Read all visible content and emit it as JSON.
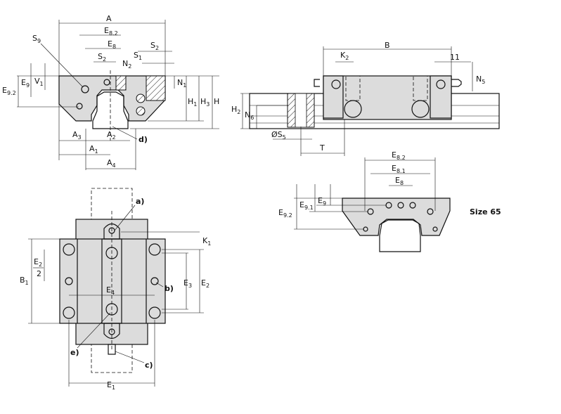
{
  "front_view": {
    "labels": [
      {
        "main": "A",
        "sub": ""
      },
      {
        "main": "E",
        "sub": "8.2"
      },
      {
        "main": "E",
        "sub": "8"
      },
      {
        "main": "S",
        "sub": "9"
      },
      {
        "main": "S",
        "sub": "2"
      },
      {
        "main": "S",
        "sub": "1"
      },
      {
        "main": "S",
        "sub": "2"
      },
      {
        "main": "N",
        "sub": "2"
      },
      {
        "main": "V",
        "sub": "1"
      },
      {
        "main": "E",
        "sub": "9"
      },
      {
        "main": "E",
        "sub": "9.2"
      },
      {
        "main": "N",
        "sub": "1"
      },
      {
        "main": "H",
        "sub": "1"
      },
      {
        "main": "H",
        "sub": "3"
      },
      {
        "main": "H",
        "sub": ""
      },
      {
        "main": "A",
        "sub": "3"
      },
      {
        "main": "A",
        "sub": "2"
      },
      {
        "main": "d)",
        "sub": ""
      },
      {
        "main": "A",
        "sub": "1"
      },
      {
        "main": "A",
        "sub": "4"
      }
    ]
  },
  "side_view": {
    "labels": [
      {
        "main": "B",
        "sub": ""
      },
      {
        "main": "K",
        "sub": "2"
      },
      {
        "main": "11",
        "sub": ""
      },
      {
        "main": "N",
        "sub": "5"
      },
      {
        "main": "H",
        "sub": "2"
      },
      {
        "main": "N",
        "sub": "6"
      },
      {
        "main": "ØS",
        "sub": "5"
      },
      {
        "main": "T",
        "sub": ""
      }
    ]
  },
  "size65_view": {
    "labels": [
      {
        "main": "E",
        "sub": "8.2"
      },
      {
        "main": "E",
        "sub": "8.1"
      },
      {
        "main": "E",
        "sub": "8"
      },
      {
        "main": "E",
        "sub": "9"
      },
      {
        "main": "E",
        "sub": "9.1"
      },
      {
        "main": "E",
        "sub": "9.2"
      }
    ],
    "caption": "Size 65"
  },
  "top_view": {
    "labels": [
      {
        "main": "a)",
        "sub": ""
      },
      {
        "main": "K",
        "sub": "1"
      },
      {
        "main": "E",
        "sub": "2"
      },
      {
        "main": "2",
        "sub": ""
      },
      {
        "main": "B",
        "sub": "1"
      },
      {
        "main": "E",
        "sub": "3"
      },
      {
        "main": "E",
        "sub": "2"
      },
      {
        "main": "b)",
        "sub": ""
      },
      {
        "main": "E",
        "sub": "4"
      },
      {
        "main": "e)",
        "sub": ""
      },
      {
        "main": "c)",
        "sub": ""
      },
      {
        "main": "E",
        "sub": "1"
      }
    ]
  }
}
